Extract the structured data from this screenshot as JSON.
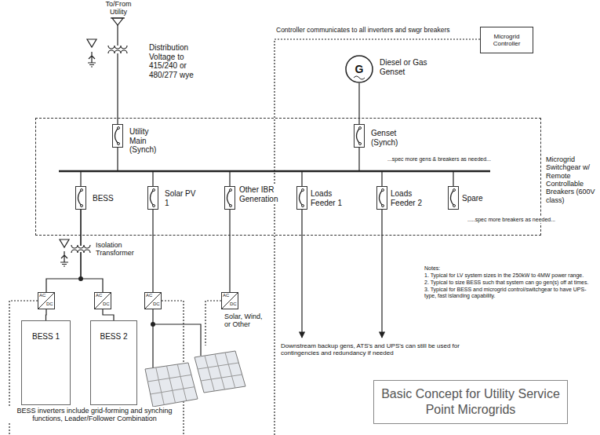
{
  "diagram": {
    "title": "Basic Concept for Utility Service Point Microgrids",
    "nodes": [
      {
        "text": [
          "Microgrid Controller"
        ]
      },
      {
        "text": [
          "G",
          "Diesel or Gas Genset"
        ]
      },
      {
        "text": [
          "Microgrid Switchgear w/ Remote Controllable Breakers (600V class)"
        ]
      },
      {
        "text": [
          "Utility Main (Synch)"
        ],
        "in": 2
      },
      {
        "text": [
          "Genset (Synch)"
        ],
        "in": 2
      },
      {
        "text": [
          "BESS"
        ],
        "in": 2
      },
      {
        "text": [
          "Solar PV 1"
        ],
        "in": 2
      },
      {
        "text": [
          "Other IBR Generation"
        ],
        "in": 2
      },
      {
        "text": [
          "Loads Feeder 1"
        ],
        "in": 2
      },
      {
        "text": [
          "Loads Feeder 2"
        ],
        "in": 2
      },
      {
        "text": [
          "Spare"
        ],
        "in": 2
      },
      {
        "text": [
          "AC",
          "DC"
        ]
      },
      {
        "text": [
          "AC",
          "DC"
        ]
      },
      {
        "text": [
          "AC",
          "DC"
        ]
      },
      {
        "text": [
          "AC",
          "DC"
        ]
      },
      {
        "text": [
          "BESS 1"
        ]
      },
      {
        "text": [
          "BESS 2"
        ]
      }
    ],
    "edges": [
      {
        "from": 1,
        "to": 4,
        "arrow": "none"
      },
      {
        "from": 5,
        "to": 11,
        "arrow": "none"
      },
      {
        "from": 5,
        "to": 12,
        "arrow": "none"
      },
      {
        "from": 6,
        "to": 13,
        "arrow": "none"
      },
      {
        "from": 7,
        "to": 14,
        "arrow": "none"
      },
      {
        "from": 11,
        "to": 15,
        "arrow": "none"
      },
      {
        "from": 12,
        "to": 16,
        "arrow": "none"
      }
    ],
    "labels": [
      "To/From Utility",
      "Distribution Voltage to 415/240 or 480/277 wye",
      "Controller communicates to all inverters and swgr breakers",
      "...spec more gens & breakers as needed...",
      ".....spec more breakers as needed...",
      "Isolation Transformer",
      "BESS inverters include grid-forming and synching functions, Leader/Follower Combination",
      "Solar, Wind, or Other",
      "Downstream backup gens, ATS's and UPS's can still be used for contingencies and redundancy if needed",
      "Notes:",
      "1. Typical for LV system sizes in the 250kW to 4MW power range.",
      "2. Typical to size BESS such that system can go gen(s) off at times.",
      "3. Typical for BESS and microgrid control/switchgear to have UPS-type, fast islanding capability."
    ]
  }
}
